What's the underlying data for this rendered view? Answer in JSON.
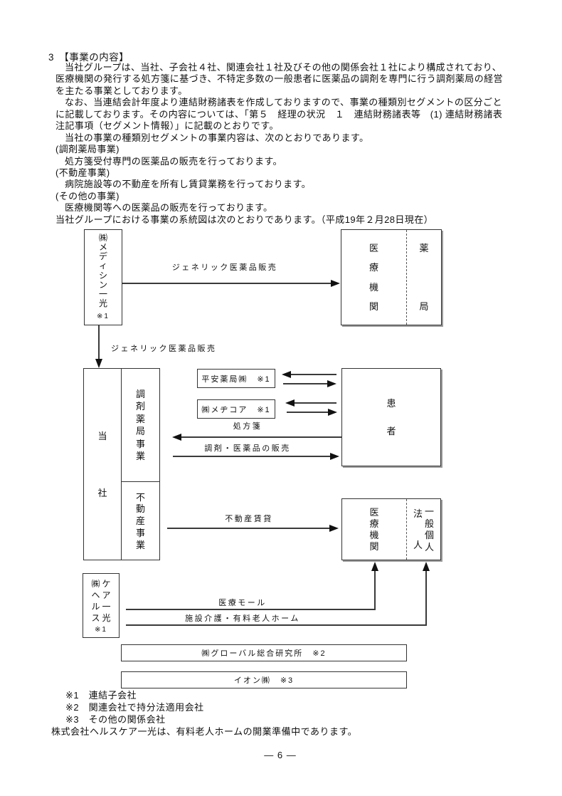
{
  "page_heading": "3　【事業の内容】",
  "body": {
    "lines": [
      "当社グループは、当社、子会社４社、関連会社１社及びその他の関係会社１社により構成されており、",
      "医療機関の発行する処方箋に基づき、不特定多数の一般患者に医薬品の調剤を専門に行う調剤薬局の経営",
      "を主たる事業としております。",
      "なお、当連結会計年度より連結財務諸表を作成しておりますので、事業の種類別セグメントの区分ごと",
      "に記載しております。その内容については、「第５　経理の状況　１　連結財務諸表等　(1) 連結財務諸表",
      "注記事項（セグメント情報）」に記載のとおりです。",
      "当社の事業の種類別セグメントの事業内容は、次のとおりであります。",
      "(調剤薬局事業)",
      "処方箋受付専門の医薬品の販売を行っております。",
      "(不動産事業)",
      "病院施設等の不動産を所有し賃貸業務を行っております。",
      "(その他の事業)",
      "医療機関等への医薬品の販売を行っております。",
      "当社グループにおける事業の系統図は次のとおりであります。（平成19年２月28日現在）"
    ]
  },
  "diagram": {
    "boxes": {
      "medicine": "㈱メディシン一光",
      "medicine_note": "※1",
      "medical_top_left": "医療機関",
      "medical_top_right": "薬局",
      "company": "当社",
      "dispensing_segment": "調剤薬局事業",
      "realestate_segment": "不動産事業",
      "heian": "平安薬局㈱　※1",
      "medicoa": "㈱メヂコア　※1",
      "patient": "患者",
      "medical_bottom_left": "医療機関",
      "corporation": "法人",
      "individual": "一般個人",
      "healthcare_col_left": "㈱ヘルス",
      "healthcare_col_right": "ケア一光",
      "healthcare_note": "※1",
      "global_research": "㈱グローバル総合研究所　※2",
      "aeon": "イオン㈱　※3"
    },
    "labels": {
      "generic_sales_top": "ジェネリック医薬品販売",
      "generic_sales_down": "ジェネリック医薬品販売",
      "prescription": "処方箋",
      "dispensing_sales": "調剤・医薬品の販売",
      "realestate_lease": "不動産賃貸",
      "medical_mall": "医療モール",
      "facility_care": "施設介護・有料老人ホーム"
    }
  },
  "notes": {
    "note1": "※1　連結子会社",
    "note2": "※2　関連会社で持分法適用会社",
    "note3": "※3　その他の関係会社",
    "remark": "株式会社ヘルスケア一光は、有料老人ホームの開業準備中であります。"
  },
  "footer": {
    "page_number": "— 6 —"
  }
}
